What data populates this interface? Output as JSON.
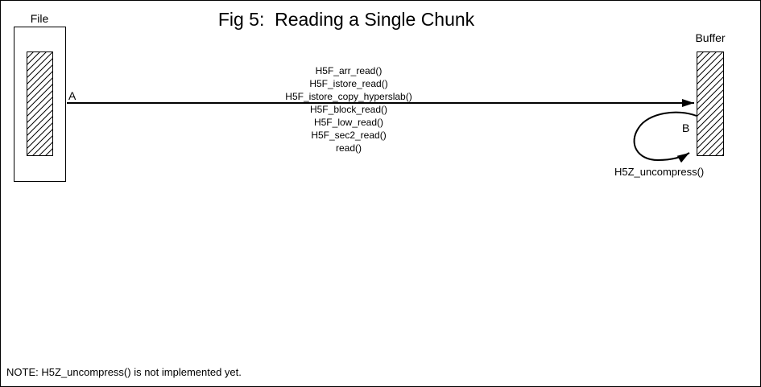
{
  "figure": {
    "title": "Fig 5:  Reading a Single Chunk",
    "file": {
      "label": "File"
    },
    "buffer": {
      "label": "Buffer"
    },
    "arrow": {
      "from_label": "A",
      "to_label": "B",
      "call_stack": [
        "H5F_arr_read()",
        "H5F_istore_read()",
        "H5F_istore_copy_hyperslab()",
        "H5F_block_read()",
        "H5F_low_read()",
        "H5F_sec2_read()",
        "read()"
      ]
    },
    "loop": {
      "label": "H5Z_uncompress()"
    },
    "note": "NOTE: H5Z_uncompress() is not implemented yet.",
    "colors": {
      "ink": "#000000",
      "background": "#ffffff"
    }
  }
}
